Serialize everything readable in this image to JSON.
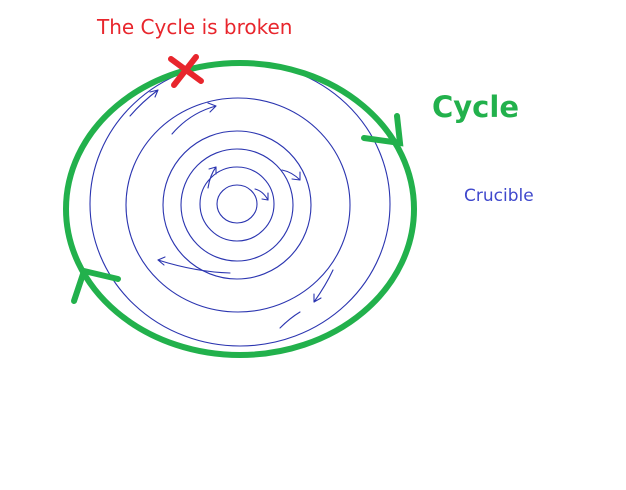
{
  "labels": {
    "broken": "The Cycle is broken",
    "cycle": "Cycle",
    "crucible": "Crucible"
  },
  "colors": {
    "broken": "#e8262d",
    "cycle": "#22b14c",
    "crucible": "#3f48cc",
    "spiral": "#2b35b0",
    "background": "#ffffff"
  },
  "icons": {
    "break_mark": "x-mark-icon"
  }
}
